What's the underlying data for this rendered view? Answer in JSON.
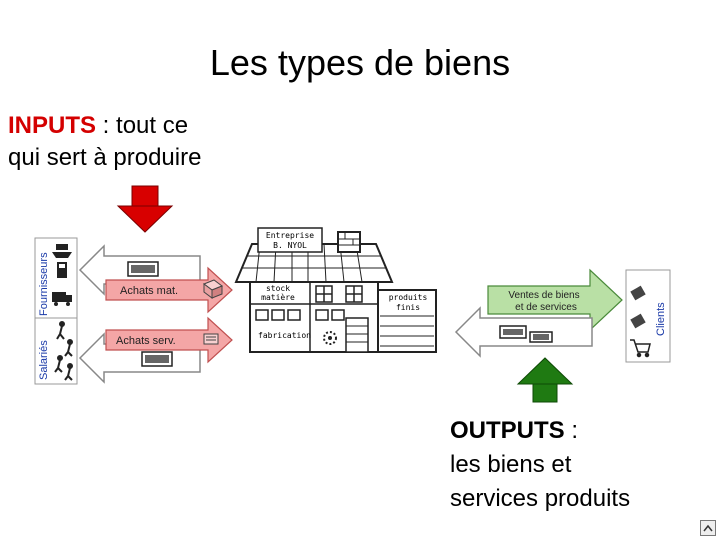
{
  "title": "Les types de biens",
  "inputs": {
    "keyword": "INPUTS",
    "rest": " : tout ce",
    "line2": "qui sert à produire"
  },
  "outputs": {
    "keyword": "OUTPUTS",
    "rest": " :",
    "line2": "les biens et",
    "line3": "services produits"
  },
  "diagram": {
    "fournisseurs": "Fournisseurs",
    "salaries": "Salariés",
    "clients": "Clients",
    "achats_mat": "Achats mat.",
    "achats_serv": "Achats serv.",
    "entreprise_line1": "Entreprise",
    "entreprise_line2": "B. NYOL",
    "stock_line1": "stock",
    "stock_line2": "matière",
    "fabrication": "fabrication",
    "produits_line1": "produits",
    "produits_line2": "finis",
    "ventes_line1": "Ventes de biens",
    "ventes_line2": "et de services"
  },
  "colors": {
    "input_arrow": "#d80000",
    "output_arrow": "#1f7a12",
    "pink_arrow": "#f4a6a6",
    "green_arrow": "#b9e0a5",
    "blue_text": "#1a3aa8"
  }
}
